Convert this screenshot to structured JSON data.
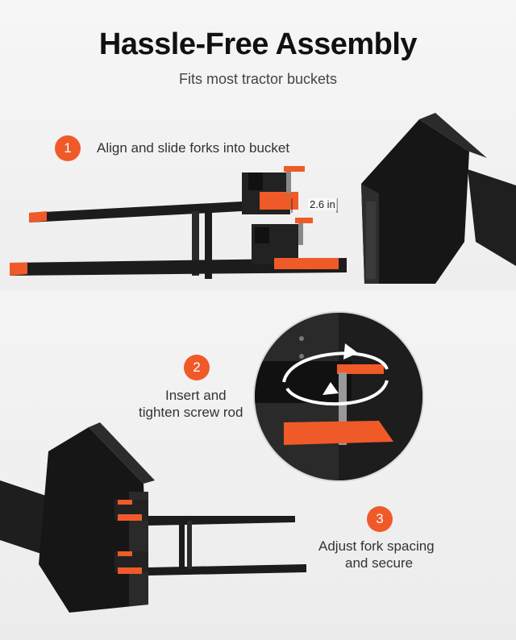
{
  "header": {
    "title": "Hassle-Free Assembly",
    "subtitle": "Fits most tractor buckets"
  },
  "steps": [
    {
      "number": "1",
      "text": "Align and slide forks into bucket"
    },
    {
      "number": "2",
      "text_line1": "Insert and",
      "text_line2": "tighten screw rod"
    },
    {
      "number": "3",
      "text_line1": "Adjust fork spacing",
      "text_line2": "and secure"
    }
  ],
  "measurement": {
    "label": "2.6 in"
  },
  "colors": {
    "accent": "#f05a28",
    "metal": "#1c1c1c",
    "background": "#f3f3f3"
  }
}
